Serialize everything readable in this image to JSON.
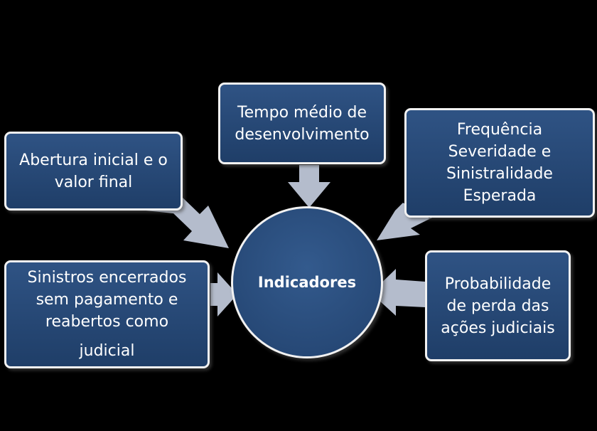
{
  "colors": {
    "background": "#000000",
    "box_fill": "#264a79",
    "box_border": "#f2f2f2",
    "arrow_fill": "#b4bccc",
    "text": "#ffffff"
  },
  "hub": {
    "label": "Indicadores"
  },
  "boxes": {
    "abertura": {
      "lines": [
        "Abertura inicial e o",
        "valor  final"
      ]
    },
    "tempo": {
      "lines": [
        "Tempo médio de",
        "desenvolvimento"
      ]
    },
    "frequencia": {
      "lines": [
        "Frequência",
        "Severidade  e",
        "Sinistralidade",
        "Esperada"
      ]
    },
    "sinistros": {
      "lines": [
        "Sinistros encerrados",
        "sem pagamento e",
        "reabertos como",
        "judicial"
      ]
    },
    "probabilidade": {
      "lines": [
        "Probabilidade",
        "de perda das",
        "ações judiciais"
      ]
    }
  }
}
